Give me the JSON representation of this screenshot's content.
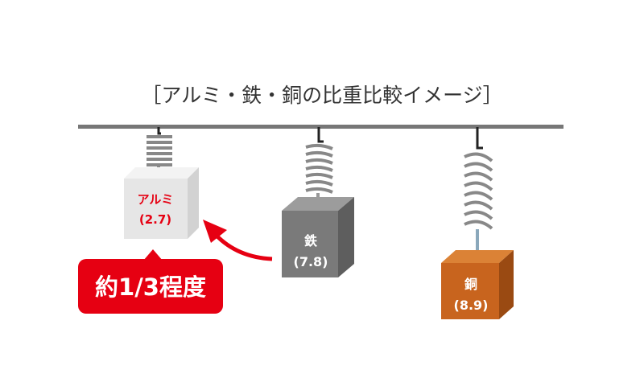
{
  "title": "［アルミ・鉄・銅の比重比較イメージ］",
  "metals": [
    {
      "name": "アルミ",
      "value": "(2.7)",
      "specific_gravity": 2.7
    },
    {
      "name": "鉄",
      "value": "(7.8)",
      "specific_gravity": 7.8
    },
    {
      "name": "銅",
      "value": "(8.9)",
      "specific_gravity": 8.9
    }
  ],
  "callout": "約1/3程度",
  "colors": {
    "accent_red": "#e60012",
    "aluminum": "#e6e6e6",
    "iron": "#7a7a7a",
    "copper": "#c8641e"
  }
}
